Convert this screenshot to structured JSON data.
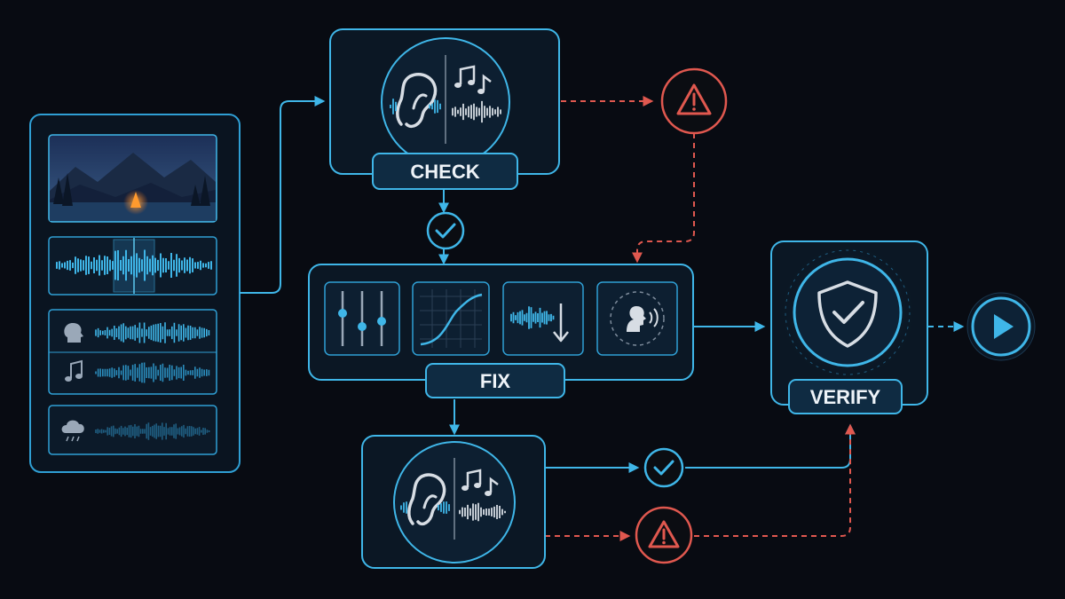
{
  "labels": {
    "check": "CHECK",
    "fix": "FIX",
    "verify": "VERIFY"
  },
  "icons": {
    "scene": "campfire-landscape-image",
    "audio_track": "waveform-icon",
    "voice": "speaking-head-icon",
    "music": "music-note-icon",
    "ambience": "rain-cloud-icon",
    "listen": "ear-icon",
    "notes": "music-notes-icon",
    "equalizer": "equalizer-sliders-icon",
    "curve": "curve-graph-icon",
    "reduce": "waveform-down-arrow-icon",
    "isolate": "voice-isolation-icon",
    "pass": "check-circle-icon",
    "warn": "warning-triangle-icon",
    "shield": "shield-check-icon",
    "play": "play-button-icon"
  },
  "colors": {
    "accent": "#3fb6e8",
    "warning": "#e0584f",
    "background": "#080b12",
    "panel": "#0b1724",
    "label_bg": "#0f2b42"
  }
}
